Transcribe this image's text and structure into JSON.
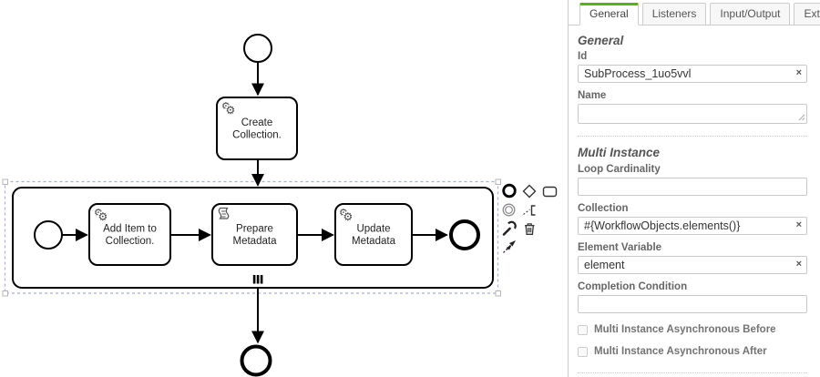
{
  "diagram": {
    "tasks": [
      {
        "name": "create-collection",
        "type": "service-task",
        "lines": [
          "Create",
          "Collection."
        ]
      },
      {
        "name": "add-item-to-collection",
        "type": "service-task",
        "lines": [
          "Add Item to",
          "Collection."
        ]
      },
      {
        "name": "prepare-metadata",
        "type": "script-task",
        "lines": [
          "Prepare",
          "Metadata"
        ]
      },
      {
        "name": "update-metadata",
        "type": "service-task",
        "lines": [
          "Update",
          "Metadata"
        ]
      }
    ],
    "subprocess": {
      "marker": "parallel-multi-instance",
      "selected": true
    },
    "context_pad": {
      "icons": [
        "append-end-event",
        "append-gateway",
        "append-task",
        "append-intermediate-event",
        "append-text-annotation",
        "change-type-wrench",
        "delete-trash",
        "connect-tool"
      ]
    }
  },
  "panel": {
    "tabs": [
      {
        "label": "General",
        "active": true
      },
      {
        "label": "Listeners",
        "active": false
      },
      {
        "label": "Input/Output",
        "active": false
      },
      {
        "label": "Extensions",
        "active": false
      }
    ],
    "general": {
      "heading": "General",
      "id": {
        "label": "Id",
        "value": "SubProcess_1uo5vvl"
      },
      "name": {
        "label": "Name",
        "value": ""
      }
    },
    "multi_instance": {
      "heading": "Multi Instance",
      "loop_cardinality": {
        "label": "Loop Cardinality",
        "value": ""
      },
      "collection": {
        "label": "Collection",
        "value": "#{WorkflowObjects.elements()}"
      },
      "element_variable": {
        "label": "Element Variable",
        "value": "element"
      },
      "completion_condition": {
        "label": "Completion Condition",
        "value": ""
      },
      "async_before": {
        "label": "Multi Instance Asynchronous Before",
        "checked": false
      },
      "async_after": {
        "label": "Multi Instance Asynchronous After",
        "checked": false
      }
    },
    "clear_button": "×"
  },
  "colors": {
    "accent_green": "#52B415",
    "selection_outline": "#a7abe9",
    "panel_border": "#cccccc",
    "shape_stroke": "#000000"
  }
}
